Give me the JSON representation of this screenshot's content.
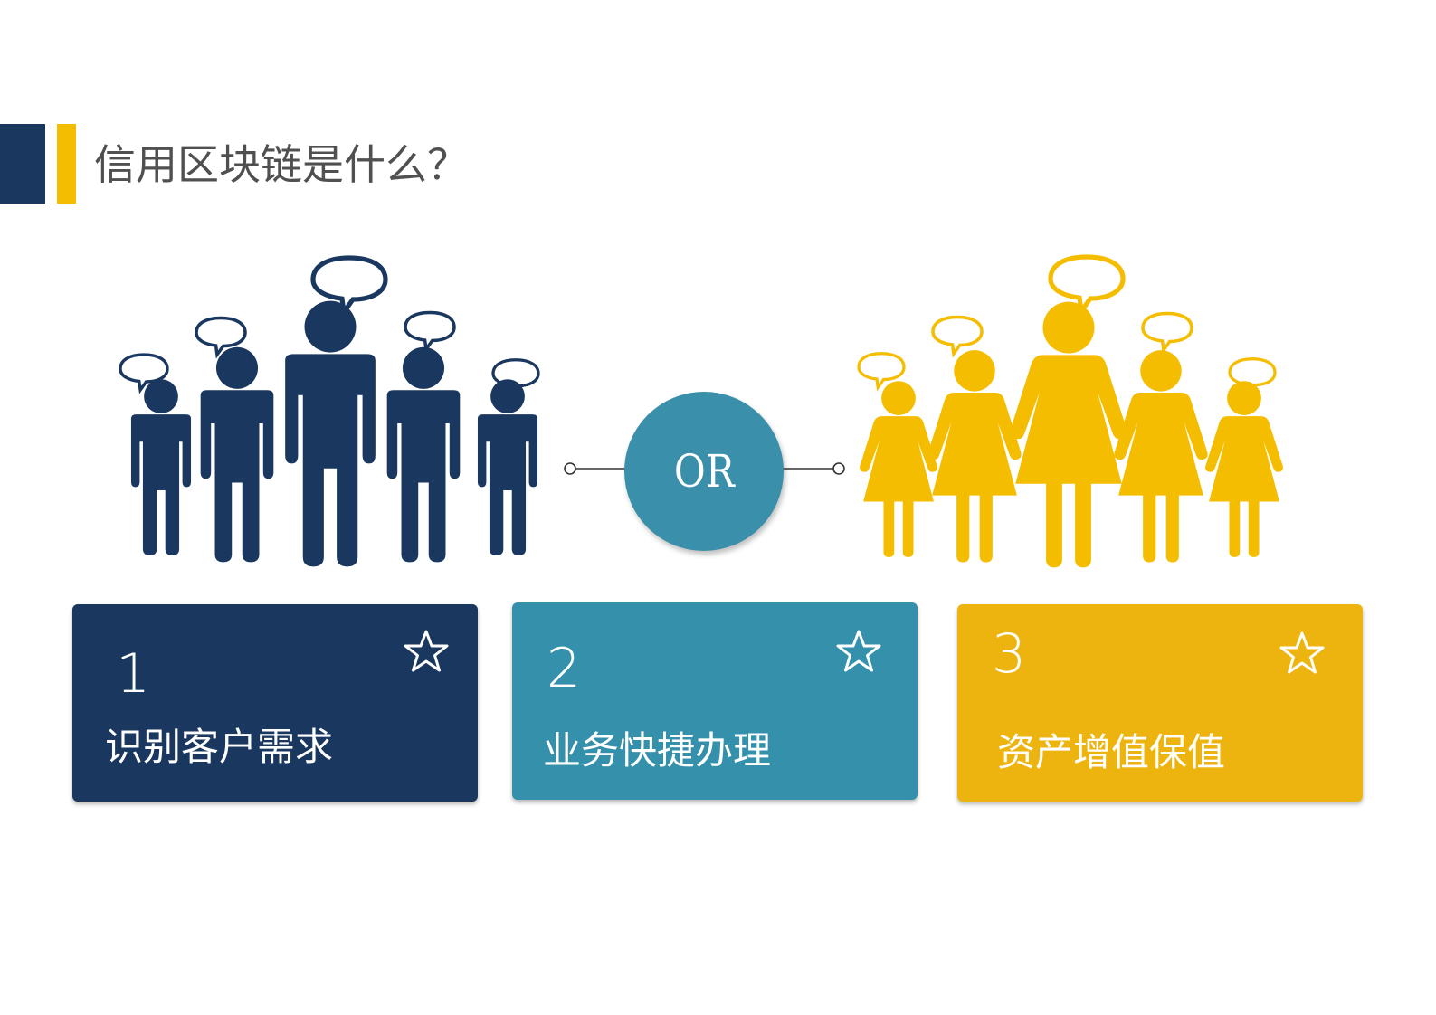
{
  "title": "信用区块链是什么？",
  "connector_label": "OR",
  "colors": {
    "navy": "#1a375f",
    "teal": "#3590ac",
    "yellow": "#edb40f",
    "title_accent": "#f5bd00"
  },
  "groups": {
    "left": {
      "icon": "male-figures-with-speech-bubbles-icon",
      "color": "#1a375f"
    },
    "right": {
      "icon": "female-figures-with-speech-bubbles-icon",
      "color": "#f5bd00"
    }
  },
  "cards": [
    {
      "number": "1",
      "label": "识别客户需求",
      "icon": "star-icon"
    },
    {
      "number": "2",
      "label": "业务快捷办理",
      "icon": "star-icon"
    },
    {
      "number": "3",
      "label": "资产增值保值",
      "icon": "star-icon"
    }
  ]
}
